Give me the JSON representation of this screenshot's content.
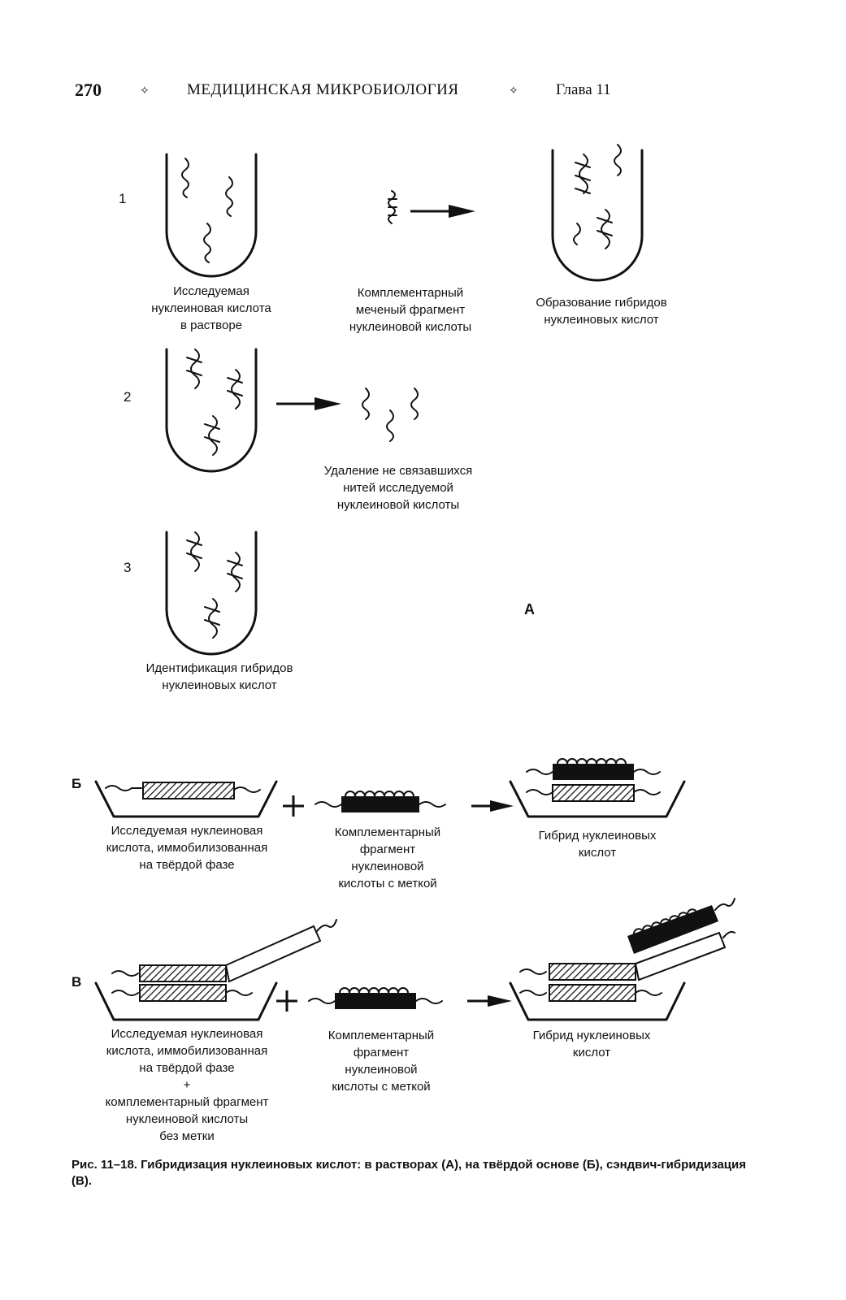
{
  "header": {
    "page_number": "270",
    "separator": "✧",
    "running_title": "МЕДИЦИНСКАЯ МИКРОБИОЛОГИЯ",
    "chapter": "Глава 11"
  },
  "panel_a": {
    "label": "А",
    "step_1": {
      "number": "1",
      "caption_left": [
        "Исследуемая",
        "нуклеиновая кислота",
        "в растворе"
      ],
      "caption_mid": [
        "Комплементарный",
        "меченый фрагмент",
        "нуклеиновой кислоты"
      ],
      "caption_right": [
        "Образование гибридов",
        "нуклеиновых кислот"
      ]
    },
    "step_2": {
      "number": "2",
      "caption": [
        "Удаление не связавшихся",
        "нитей исследуемой",
        "нуклеиновой кислоты"
      ]
    },
    "step_3": {
      "number": "3",
      "caption": [
        "Идентификация гибридов",
        "нуклеиновых кислот"
      ]
    }
  },
  "panel_b": {
    "label": "Б",
    "plus": "+",
    "caption_left": [
      "Исследуемая нуклеиновая",
      "кислота, иммобилизованная",
      "на твёрдой фазе"
    ],
    "caption_mid": [
      "Комплементарный",
      "фрагмент",
      "нуклеиновой",
      "кислоты с меткой"
    ],
    "caption_right": [
      "Гибрид нуклеиновых",
      "кислот"
    ]
  },
  "panel_v": {
    "label": "В",
    "plus": "+",
    "caption_left": [
      "Исследуемая нуклеиновая",
      "кислота, иммобилизованная",
      "на твёрдой фазе",
      "+",
      "комплементарный фрагмент",
      "нуклеиновой кислоты",
      "без метки"
    ],
    "caption_mid": [
      "Комплементарный",
      "фрагмент",
      "нуклеиновой",
      "кислоты с меткой"
    ],
    "caption_right": [
      "Гибрид нуклеиновых",
      "кислот"
    ]
  },
  "figure_caption": "Рис. 11–18. Гибридизация нуклеиновых кислот: в растворах (А), на твёрдой основе (Б), сэнд­вич-гибридизация (В)."
}
